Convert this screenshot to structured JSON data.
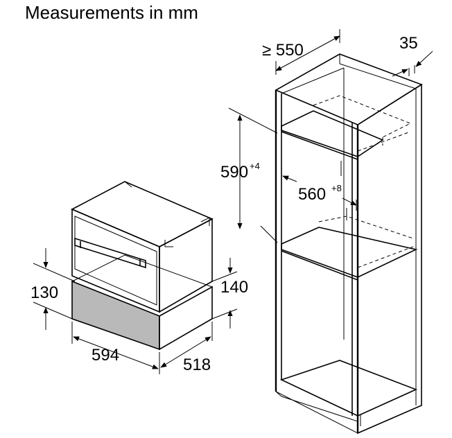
{
  "title": "Measurements in mm",
  "dimensions": {
    "cabinet_depth": "≥ 550",
    "panel_thickness": "35",
    "niche_height": "590",
    "niche_height_tolerance": "+4",
    "niche_width": "560",
    "niche_width_tolerance": "+8",
    "drawer_height": "130",
    "drawer_total_height": "140",
    "drawer_width": "594",
    "drawer_depth": "518"
  },
  "colors": {
    "line": "#000000",
    "drawer_fill": "#b9b9b9",
    "background": "#ffffff"
  }
}
